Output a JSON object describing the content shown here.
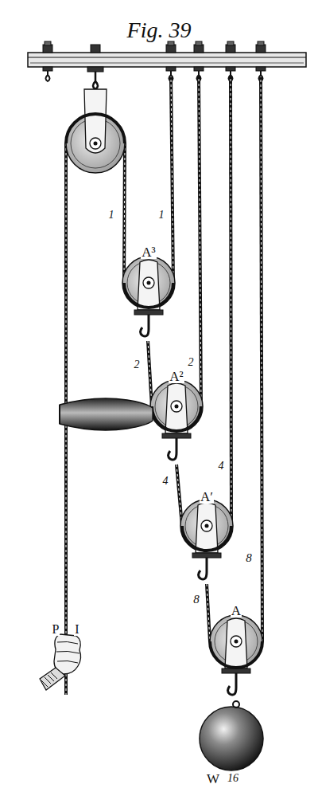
{
  "diagram": {
    "title": "Fig. 39",
    "labels": [
      "1",
      "1",
      "A³",
      "2",
      "2",
      "A²",
      "4",
      "4",
      "A′",
      "8",
      "8",
      "A",
      "P",
      "I",
      "W",
      "16"
    ]
  }
}
